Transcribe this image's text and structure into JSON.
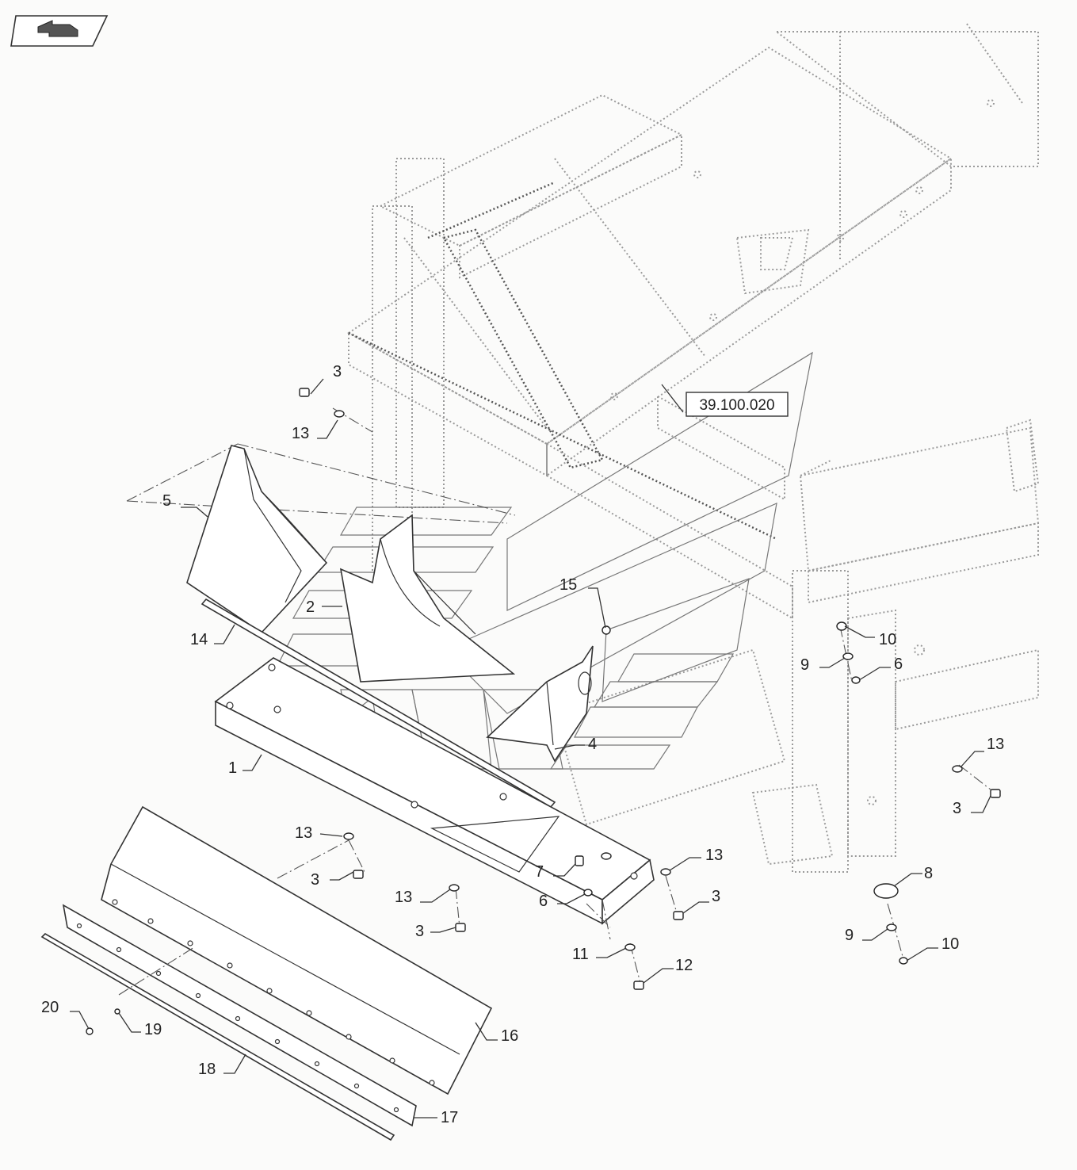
{
  "nav_icon": "return-arrow-icon",
  "reference": {
    "label": "39.100.020"
  },
  "callouts": [
    {
      "id": "c-3a",
      "label": "3"
    },
    {
      "id": "c-13a",
      "label": "13"
    },
    {
      "id": "c-5",
      "label": "5"
    },
    {
      "id": "c-2",
      "label": "2"
    },
    {
      "id": "c-14",
      "label": "14"
    },
    {
      "id": "c-15",
      "label": "15"
    },
    {
      "id": "c-10a",
      "label": "10"
    },
    {
      "id": "c-9a",
      "label": "9"
    },
    {
      "id": "c-6a",
      "label": "6"
    },
    {
      "id": "c-4",
      "label": "4"
    },
    {
      "id": "c-1",
      "label": "1"
    },
    {
      "id": "c-13b",
      "label": "13"
    },
    {
      "id": "c-3b",
      "label": "3"
    },
    {
      "id": "c-13c",
      "label": "13"
    },
    {
      "id": "c-3c",
      "label": "3"
    },
    {
      "id": "c-7",
      "label": "7"
    },
    {
      "id": "c-6b",
      "label": "6"
    },
    {
      "id": "c-13d",
      "label": "13"
    },
    {
      "id": "c-3d",
      "label": "3"
    },
    {
      "id": "c-11",
      "label": "11"
    },
    {
      "id": "c-12",
      "label": "12"
    },
    {
      "id": "c-13e",
      "label": "13"
    },
    {
      "id": "c-3e",
      "label": "3"
    },
    {
      "id": "c-8",
      "label": "8"
    },
    {
      "id": "c-9b",
      "label": "9"
    },
    {
      "id": "c-10b",
      "label": "10"
    },
    {
      "id": "c-16",
      "label": "16"
    },
    {
      "id": "c-17",
      "label": "17"
    },
    {
      "id": "c-18",
      "label": "18"
    },
    {
      "id": "c-19",
      "label": "19"
    },
    {
      "id": "c-20",
      "label": "20"
    }
  ]
}
